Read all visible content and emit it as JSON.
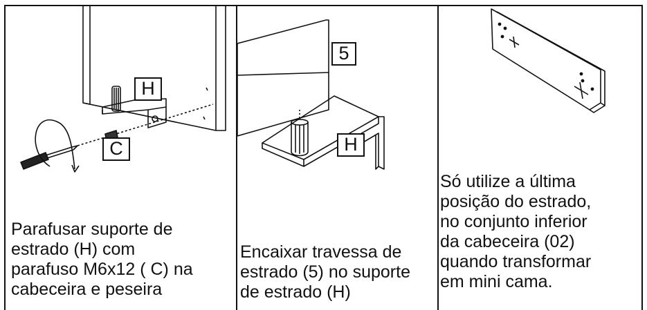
{
  "panels": [
    {
      "caption": "Parafusar suporte de\nestrado (H)  com\nparafuso M6x12 ( C)  na\ncabeceira e peseira",
      "labels": {
        "h": "H",
        "c": "C"
      }
    },
    {
      "caption": "Encaixar travessa de\nestrado (5) no suporte\nde estrado (H)",
      "labels": {
        "part5": "5",
        "h": "H"
      }
    },
    {
      "caption": "Só utilize a última\nposição do estrado,\nno conjunto inferior\nda cabeceira (02)\nquando transformar\nem mini cama."
    }
  ]
}
